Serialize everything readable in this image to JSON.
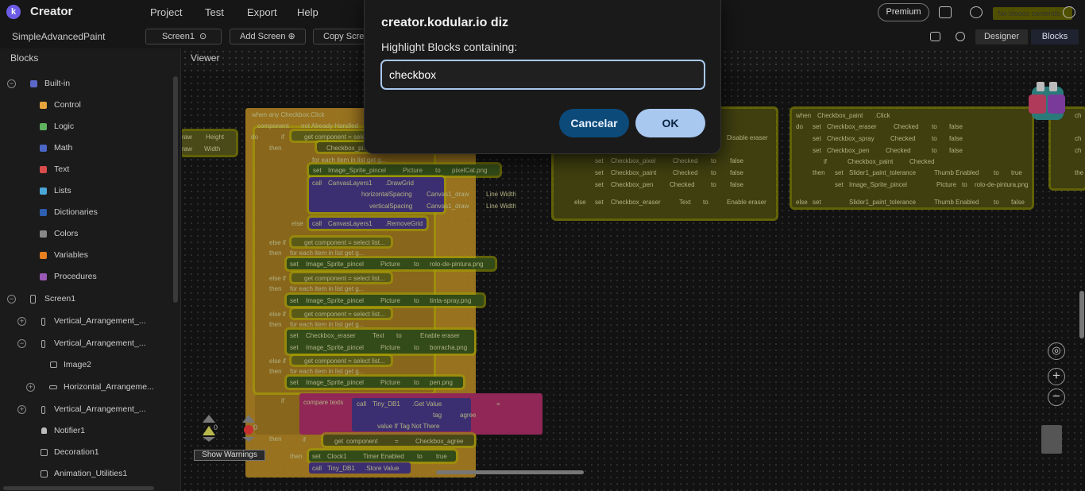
{
  "app": {
    "title": "Creator",
    "logo_letter": "k"
  },
  "menu": [
    "Project",
    "Test",
    "Export",
    "Help"
  ],
  "topbar": {
    "premium_label": "Premium",
    "chip_text": "No blocos contendo"
  },
  "project": {
    "name": "SimpleAdvancedPaint",
    "screen_label": "Screen1",
    "add_screen_label": "Add Screen",
    "copy_screen_label": "Copy Scree"
  },
  "tabs": {
    "designer": "Designer",
    "blocks": "Blocks"
  },
  "blocks_panel": {
    "title": "Blocks",
    "items": [
      {
        "label": "Built-in",
        "color": "#5b67c9",
        "expand": "−"
      },
      {
        "label": "Control",
        "color": "#e6a23c"
      },
      {
        "label": "Logic",
        "color": "#5fb35f"
      },
      {
        "label": "Math",
        "color": "#4a66c7"
      },
      {
        "label": "Text",
        "color": "#d94c4c"
      },
      {
        "label": "Lists",
        "color": "#4aa6d9"
      },
      {
        "label": "Dictionaries",
        "color": "#2e5fb0"
      },
      {
        "label": "Colors",
        "color": "#888888"
      },
      {
        "label": "Variables",
        "color": "#e67e22"
      },
      {
        "label": "Procedures",
        "color": "#9b59b6"
      },
      {
        "label": "Screen1",
        "expand": "−"
      },
      {
        "label": "Vertical_Arrangement_...",
        "expand": "+"
      },
      {
        "label": "Vertical_Arrangement_...",
        "expand": "−"
      },
      {
        "label": "Image2"
      },
      {
        "label": "Horizontal_Arrangeme...",
        "expand": "+"
      },
      {
        "label": "Vertical_Arrangement_...",
        "expand": "+"
      },
      {
        "label": "Notifier1"
      },
      {
        "label": "Decoration1"
      },
      {
        "label": "Animation_Utilities1"
      }
    ]
  },
  "viewer": {
    "title": "Viewer",
    "show_warnings": "Show Warnings",
    "warning_count": "0",
    "error_count": "0"
  },
  "dialog": {
    "title": "creator.kodular.io diz",
    "message": "Highlight Blocks containing:",
    "input_value": "checkbox",
    "cancel_label": "Cancelar",
    "ok_label": "OK"
  },
  "code_blocks": {
    "left_stub": [
      "raw",
      "Height",
      "raw",
      "Width"
    ],
    "main": [
      "when any Checkbox.Click",
      "component",
      "not Already Handled",
      "do",
      "if",
      "get component = select list...",
      "then",
      "Checkbox_pi...",
      "for each item in list get g...",
      "set",
      "Image_Sprite_pincel",
      "Picture",
      "to",
      "pixelCat.png",
      "call",
      "CanvasLayers1",
      ".DrawGrid",
      "horizontalSpacing",
      "Canvas1_draw",
      "Line Width",
      "verticalSpacing",
      "Canvas1_draw",
      "Line Width",
      "else",
      "call",
      "CanvasLayers1",
      ".RemoveGrid",
      "else if",
      "get component = select list...",
      "then",
      "for each item in list get g...",
      "set",
      "Image_Sprite_pincel",
      "Picture",
      "to",
      "rolo-de-pintura.png",
      "else if",
      "get component = select list...",
      "then",
      "for each item in list get g...",
      "set",
      "Image_Sprite_pincel",
      "Picture",
      "to",
      "tinta-spray.png",
      "else if",
      "get component = select list...",
      "then",
      "for each item in list get g...",
      "set",
      "Checkbox_eraser",
      "Text",
      "to",
      "Enable eraser",
      "set",
      "Image_Sprite_pincel",
      "Picture",
      "to",
      "borracha.png",
      "else if",
      "get component = select list...",
      "then",
      "for each item in list get g...",
      "set",
      "Image_Sprite_pincel",
      "Picture",
      "to",
      "pen.png",
      "if",
      "compare texts",
      "call",
      "Tiny_DB1",
      ".Get Value",
      "=",
      "tag",
      "agree",
      "value If Tag Not There",
      "then",
      "if",
      "get",
      "component",
      "=",
      "Checkbox_agree",
      "then",
      "set",
      "Clock1",
      "Timer Enabled",
      "to",
      "true",
      "call",
      "Tiny_DB1",
      ".Store Value"
    ],
    "middle": [
      "Disable eraser",
      "set",
      "Checkbox_pixel",
      "Checked",
      "to",
      "false",
      "set",
      "Checkbox_paint",
      "Checked",
      "to",
      "false",
      "set",
      "Checkbox_pen",
      "Checked",
      "to",
      "false",
      "else",
      "set",
      "Checkbox_eraser",
      "Text",
      "to",
      "Enable eraser"
    ],
    "right": [
      "when",
      "Checkbox_paint",
      ".Click",
      "do",
      "set",
      "Checkbox_eraser",
      "Checked",
      "to",
      "false",
      "set",
      "Checkbox_spray",
      "Checked",
      "to",
      "false",
      "set",
      "Checkbox_pen",
      "Checked",
      "to",
      "false",
      "if",
      "Checkbox_paint",
      "Checked",
      "then",
      "set",
      "Slider1_paint_tolerance",
      "Thumb Enabled",
      "to",
      "true",
      "set",
      "Image_Sprite_pincel",
      "Picture",
      "to",
      "rolo-de-pintura.png",
      "else",
      "set",
      "Slider1_paint_tolerance",
      "Thumb Enabled",
      "to",
      "false"
    ],
    "far_right": [
      "ch",
      "ch",
      "ch",
      "the"
    ]
  },
  "colors": {
    "accent": "#a8c8f0",
    "cancel": "#0c4a7a",
    "highlight": "#c8c800",
    "control_block": "#d9a12a",
    "component_block": "#4a3a8a"
  }
}
